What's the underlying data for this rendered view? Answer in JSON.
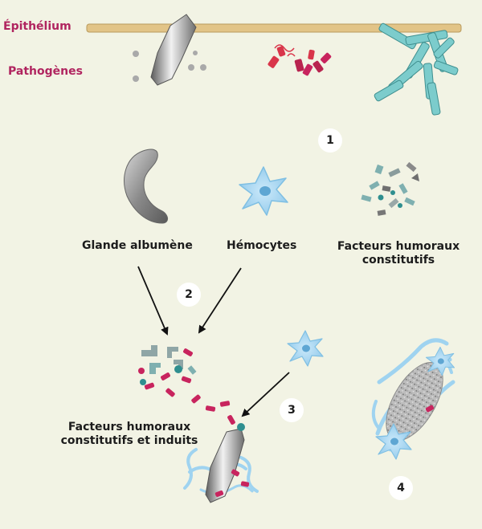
{
  "labels": {
    "epithelium": "Épithélium",
    "pathogens": "Pathogènes",
    "albumen_gland": "Glande albumène",
    "hemocytes": "Hémocytes",
    "constitutive_line1": "Facteurs humoraux",
    "constitutive_line2": "constitutifs",
    "induced_line1": "Facteurs humoraux",
    "induced_line2": "constitutifs et induits"
  },
  "steps": [
    "1",
    "2",
    "3",
    "4"
  ],
  "colors": {
    "background": "#f2f3e4",
    "epithelium_band": "#e2c487",
    "label_accent": "#b0245f",
    "hemocyte": "#a7d7f0",
    "hemocyte_nucleus": "#5ea6d3",
    "factor_teal": "#7fb0b0",
    "factor_magenta": "#c8245e",
    "pathogen_grey": "#a9a9a9",
    "bacteria_cyan": "#7ccccc"
  }
}
